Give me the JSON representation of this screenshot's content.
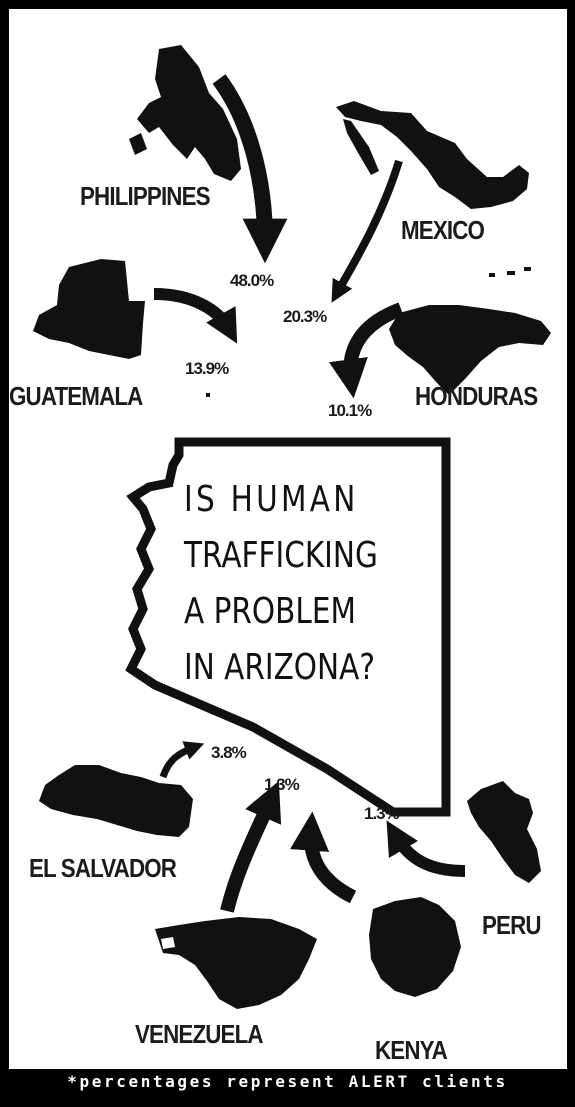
{
  "title": {
    "lines": [
      "IS HUMAN",
      "TRAFFICKING",
      "A PROBLEM",
      "IN ARIZONA?"
    ]
  },
  "countries": [
    {
      "name": "PHILIPPINES",
      "percent": "48.0%"
    },
    {
      "name": "MEXICO",
      "percent": "20.3%"
    },
    {
      "name": "GUATEMALA",
      "percent": "13.9%"
    },
    {
      "name": "HONDURAS",
      "percent": "10.1%"
    },
    {
      "name": "EL SALVADOR",
      "percent": "3.8%"
    },
    {
      "name": "VENEZUELA",
      "percent": "1.3%"
    },
    {
      "name": "PERU",
      "percent": "1.3%"
    },
    {
      "name": "KENYA",
      "percent": ""
    }
  ],
  "footnote": "*percentages represent ALERT clients",
  "colors": {
    "background": "#000000",
    "panel": "#ffffff",
    "ink": "#111111"
  }
}
